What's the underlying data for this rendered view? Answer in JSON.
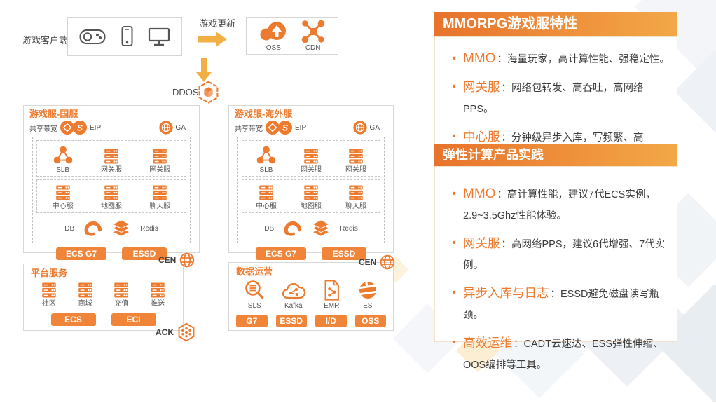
{
  "colors": {
    "accent": "#ED7B2F",
    "banner_gradient_start": "#E8732C",
    "banner_gradient_end": "#F3A847",
    "arrow": "#F2B044",
    "button": "#F08539"
  },
  "client": {
    "label": "游戏客户端"
  },
  "update_flow": {
    "label": "游戏更新",
    "oss_label": "OSS",
    "cdn_label": "CDN"
  },
  "ddos_label": "DDOS",
  "game_servers": [
    {
      "title": "游戏服-国服",
      "bandwidth_label": "共享带宽",
      "eip_label": "EIP",
      "ga_label": "GA",
      "tier1": [
        "SLB",
        "网关服",
        "网关服"
      ],
      "tier2": [
        "中心服",
        "地图服",
        "聊天服"
      ],
      "db_label": "DB",
      "redis_label": "Redis",
      "buttons": [
        "ECS G7",
        "ESSD"
      ],
      "cen_label": "CEN"
    },
    {
      "title": "游戏服-海外服",
      "bandwidth_label": "共享带宽",
      "eip_label": "EIP",
      "ga_label": "GA",
      "tier1": [
        "SLB",
        "网关服",
        "网关服"
      ],
      "tier2": [
        "中心服",
        "地图服",
        "聊天服"
      ],
      "db_label": "DB",
      "redis_label": "Redis",
      "buttons": [
        "ECS G7",
        "ESSD"
      ],
      "cen_label": "CEN"
    }
  ],
  "platform": {
    "title": "平台服务",
    "services": [
      "社区",
      "商城",
      "充值",
      "推送"
    ],
    "buttons": [
      "ECS",
      "ECI"
    ],
    "ack_label": "ACK"
  },
  "data_ops": {
    "title": "数据运营",
    "services": [
      "SLS",
      "Kafka",
      "EMR",
      "ES"
    ],
    "buttons": [
      "G7",
      "ESSD",
      "I/D",
      "OSS"
    ]
  },
  "right_panel": {
    "section1": {
      "title": "MMORPG游戏服特性",
      "bullets": [
        {
          "term": "MMO",
          "desc": "：海量玩家，高计算性能、强稳定性。"
        },
        {
          "term": "网关服",
          "desc": "：网络包转发、高吞吐，高网络PPS。"
        },
        {
          "term": "中心服",
          "desc": "：分钟级异步入库，写频繁、高IOPS。"
        }
      ]
    },
    "section2": {
      "title": "弹性计算产品实践",
      "bullets": [
        {
          "term": "MMO",
          "desc": "：高计算性能，建议7代ECS实例，2.9~3.5Ghz性能体验。"
        },
        {
          "term": "网关服",
          "desc": "：高网络PPS，建议6代增强、7代实例。"
        },
        {
          "term": "异步入库与日志",
          "desc": "：ESSD避免磁盘读写瓶颈。"
        },
        {
          "term": "高效运维",
          "desc": "：CADT云速达、ESS弹性伸缩、OOS编排等工具。"
        }
      ]
    }
  }
}
